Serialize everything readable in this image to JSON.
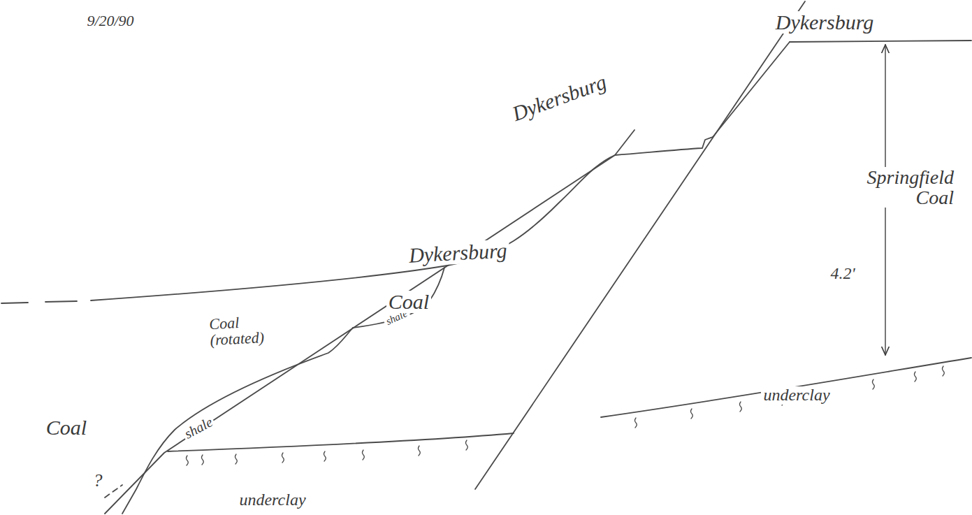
{
  "diagram": {
    "labels": [
      "Dykersburg",
      "Dykersburg",
      "Dykersburg",
      "Springfield Coal",
      "4.2'",
      "Coal (rotated)",
      "shale",
      "Coal",
      "Coal",
      "shale",
      "?",
      "underclay",
      "underclay",
      "9/20/90"
    ]
  }
}
